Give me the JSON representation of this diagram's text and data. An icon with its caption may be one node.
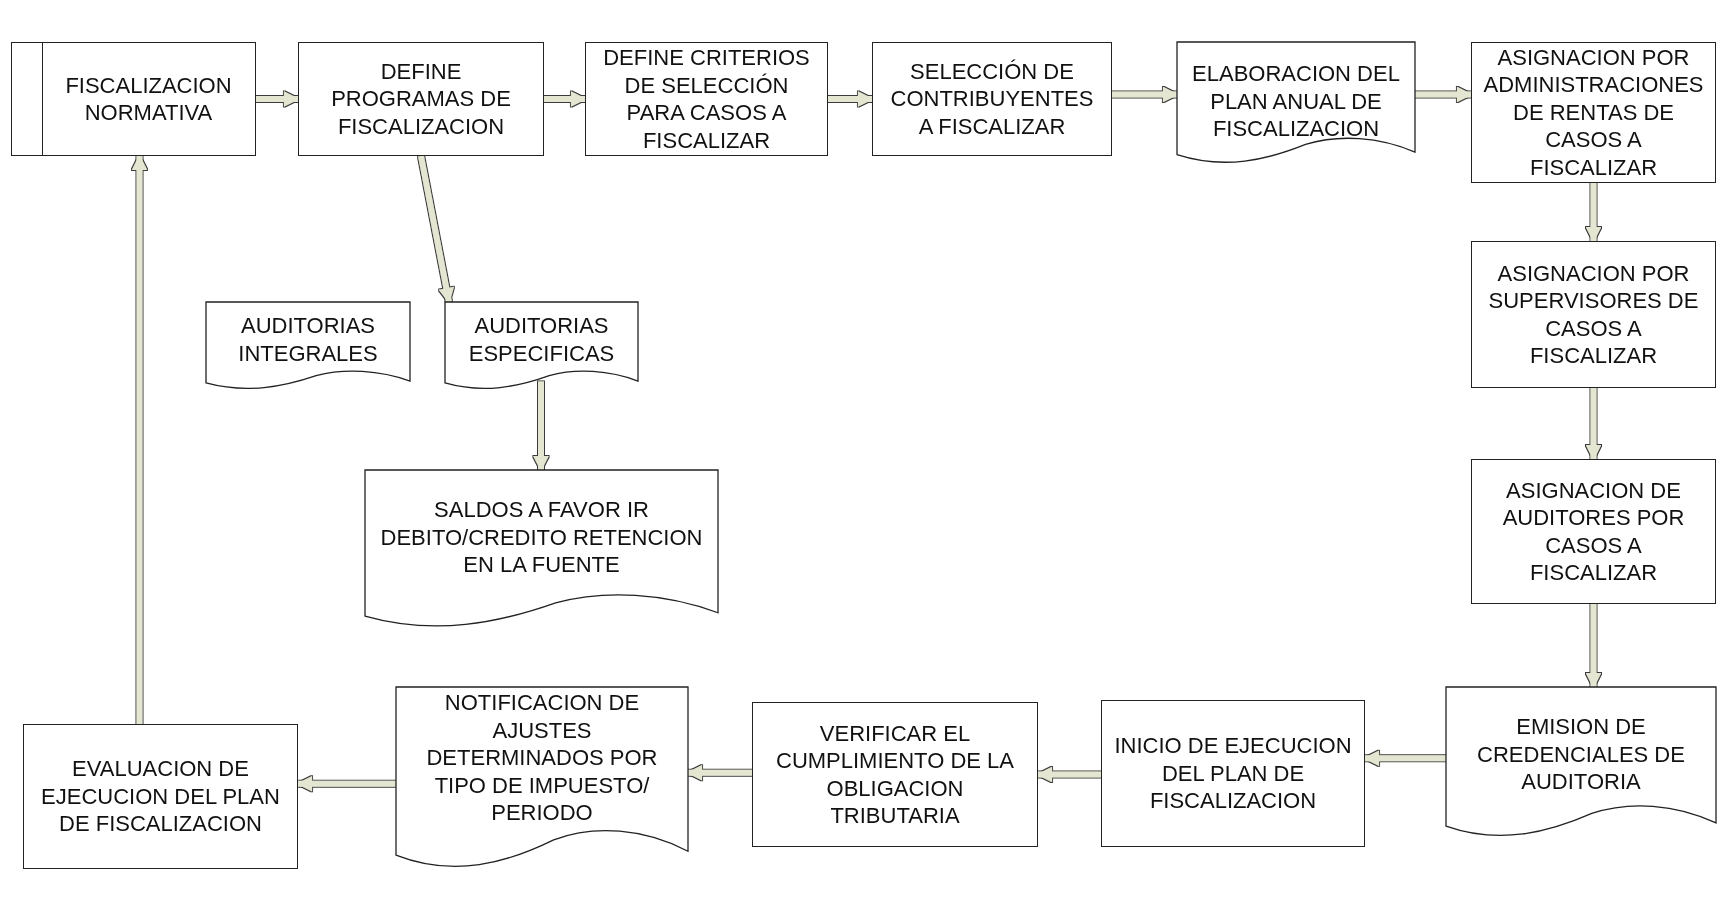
{
  "diagram": {
    "nodes": [
      {
        "text": [
          "FISCALIZACION NORMATIVA"
        ]
      },
      {
        "text": [
          "DEFINE PROGRAMAS DE FISCALIZACION"
        ]
      },
      {
        "text": [
          "DEFINE CRITERIOS DE SELECCIÓN PARA CASOS A FISCALIZAR"
        ]
      },
      {
        "text": [
          "SELECCIÓN DE CONTRIBUYENTES A FISCALIZAR"
        ]
      },
      {
        "text": [
          "ELABORACION DEL PLAN ANUAL DE FISCALIZACION"
        ]
      },
      {
        "text": [
          "ASIGNACION POR ADMINISTRACIONES DE RENTAS DE CASOS A FISCALIZAR"
        ]
      },
      {
        "text": [
          "AUDITORIAS INTEGRALES"
        ]
      },
      {
        "text": [
          "AUDITORIAS ESPECIFICAS"
        ]
      },
      {
        "text": [
          "SALDOS A FAVOR IR DEBITO/CREDITO RETENCION EN LA FUENTE"
        ]
      },
      {
        "text": [
          "ASIGNACION POR SUPERVISORES DE CASOS A FISCALIZAR"
        ]
      },
      {
        "text": [
          "ASIGNACION DE AUDITORES POR CASOS A FISCALIZAR"
        ]
      },
      {
        "text": [
          "EMISION DE CREDENCIALES DE AUDITORIA"
        ]
      },
      {
        "text": [
          "INICIO DE EJECUCION DEL PLAN DE FISCALIZACION"
        ]
      },
      {
        "text": [
          "VERIFICAR EL CUMPLIMIENTO DE LA OBLIGACION TRIBUTARIA"
        ]
      },
      {
        "text": [
          "NOTIFICACION DE AJUSTES DETERMINADOS POR TIPO DE IMPUESTO/ PERIODO"
        ]
      },
      {
        "text": [
          "EVALUACION DE EJECUCION DEL PLAN DE FISCALIZACION"
        ]
      }
    ],
    "edges": [
      {
        "from": 0,
        "to": 1,
        "arrow": "to"
      },
      {
        "from": 1,
        "to": 2,
        "arrow": "to"
      },
      {
        "from": 2,
        "to": 3,
        "arrow": "to"
      },
      {
        "from": 3,
        "to": 4,
        "arrow": "to"
      },
      {
        "from": 4,
        "to": 5,
        "arrow": "to"
      },
      {
        "from": 5,
        "to": 9,
        "arrow": "to"
      },
      {
        "from": 9,
        "to": 10,
        "arrow": "to"
      },
      {
        "from": 10,
        "to": 11,
        "arrow": "to"
      },
      {
        "from": 11,
        "to": 12,
        "arrow": "to"
      },
      {
        "from": 12,
        "to": 13,
        "arrow": "to"
      },
      {
        "from": 13,
        "to": 14,
        "arrow": "to"
      },
      {
        "from": 14,
        "to": 15,
        "arrow": "to"
      },
      {
        "from": 15,
        "to": 0,
        "arrow": "to"
      },
      {
        "from": 1,
        "to": 7,
        "arrow": "to"
      },
      {
        "from": 7,
        "to": 8,
        "arrow": "to"
      }
    ]
  }
}
